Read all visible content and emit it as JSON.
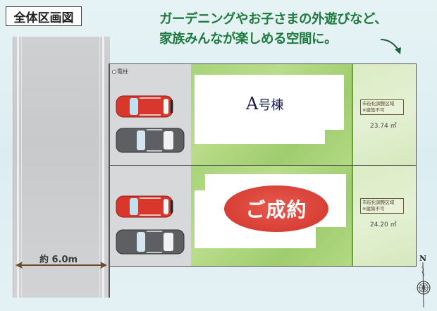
{
  "title": "全体区画図",
  "caption": {
    "line1": "ガーデニングやお子さまの外遊びなど、",
    "line2": "家族みんなが楽しめる空間に。",
    "color": "#1f7a3f"
  },
  "road": {
    "width_label": "約 6.0m"
  },
  "lots": [
    {
      "id": "A",
      "building_label_letter": "A",
      "building_label_suffix": "号棟",
      "status": "",
      "pole_label": "電柱",
      "zone_note_line1": "市街化調整区域",
      "zone_note_line2": "※建築不可",
      "zone_area": "23.74 ㎡",
      "cars": [
        "red",
        "gray"
      ]
    },
    {
      "id": "B",
      "building_label_letter": "",
      "building_label_suffix": "",
      "status": "ご成約",
      "zone_note_line1": "市街化調整区域",
      "zone_note_line2": "※建築不可",
      "zone_area": "24.20 ㎡",
      "cars": [
        "red",
        "gray"
      ]
    }
  ],
  "compass": {
    "north_label": "N"
  },
  "colors": {
    "garden": "#a8d47a",
    "zone_strip": "#dcecc4",
    "sold_badge": "#d63d33",
    "parking": "#d7d8d9",
    "road": "#c8c9cb"
  }
}
